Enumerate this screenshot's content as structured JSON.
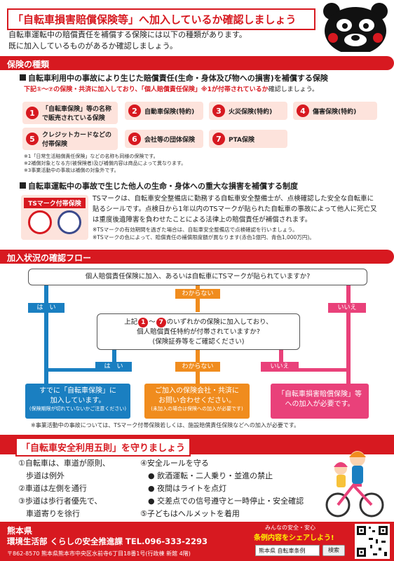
{
  "header": {
    "title": "「自転車損害賠償保険等」へ加入しているか確認しましょう",
    "intro_line1": "自転車運転中の賠償責任を補償する保険には以下の種類があります。",
    "intro_line2": "既に加入しているものがあるか確認しましょう。"
  },
  "section1": {
    "title": "保険の種類",
    "sub1": "自転車利用中の事故により生じた賠償責任(生命・身体及び物への損害)を補償する保険",
    "instr_red": "下記①～⑦の保険・共済に加入しており、「個人賠償責任保険」※1が付帯されているか",
    "instr_tail": "確認しましょう。",
    "items": [
      {
        "num": "1",
        "label": "「自転車保険」等の名称で販売されている保険"
      },
      {
        "num": "2",
        "label": "自動車保険(特約)"
      },
      {
        "num": "3",
        "label": "火災保険(特約)"
      },
      {
        "num": "4",
        "label": "傷害保険(特約)"
      },
      {
        "num": "5",
        "label": "クレジットカードなどの付帯保険"
      },
      {
        "num": "6",
        "label": "会社等の団体保険"
      },
      {
        "num": "7",
        "label": "PTA保険"
      }
    ],
    "notes": [
      "※1「日常生活賠償責任保険」などの名称も同様の保険です。",
      "※2補償対象となる方(被保険者)及び補償内容は商品によって異なります。",
      "※3事業活動中の事故は補償の対象外です。"
    ],
    "sub2": "自転車運転中の事故で生じた他人の生命・身体への重大な損害を補償する制度",
    "ts_label": "TSマーク付帯保険",
    "ts_text": "TSマークは、自転車安全整備店に勤務する自転車安全整備士が、点検確認した安全な自転車に貼るシールです。点検日から1年以内のTSマークが貼られた自転車の事故によって他人に死亡又は重度後遺障害を負わせたことによる法律上の賠償責任が補償されます。",
    "ts_notes": [
      "※TSマークの有効期間を過ぎた場合は、自転車安全整備店で点検確認を行いましょう。",
      "※TSマークの色によって、賠償責任の補償限度額が異なります(赤色1億円、青色1,000万円)。"
    ]
  },
  "section2": {
    "title": "加入状況の確認フロー",
    "q1": "個人賠償責任保険に加入、あるいは自転車にTSマークが貼られていますか?",
    "yes": "は　い",
    "unknown": "わからない",
    "no": "いいえ",
    "q2_line1_pre": "上記",
    "q2_line1_a": "1",
    "q2_line1_mid": "～",
    "q2_line1_b": "7",
    "q2_line1_post": "のいずれかの保険に加入しており、",
    "q2_line2": "個人賠償責任特約が付帯されていますか?",
    "q2_line3": "(保険証券等をご確認ください)",
    "res_yes_1": "すでに「自転車保険」に",
    "res_yes_2": "加入しています。",
    "res_yes_small": "(保険期限が切れていないかご注意ください)",
    "res_unk_1": "ご加入の保険会社・共済に",
    "res_unk_2": "お問い合わせください。",
    "res_unk_small": "(未加入の場合は保険への加入が必要です)",
    "res_no_1": "「自転車損害賠償保険」等",
    "res_no_2": "への加入が必要です。",
    "footnote": "※事業活動中の事故については、TSマーク付帯保険若しくは、施設賠償責任保険などへの加入が必要です。"
  },
  "section3": {
    "title": "「自転車安全利用五則」を守りましょう",
    "left": [
      "①自転車は、車道が原則、",
      "　歩道は例外",
      "②車道は左側を通行",
      "③歩道は歩行者優先で、",
      "　車道寄りを徐行"
    ],
    "right": [
      "④安全ルールを守る",
      "　● 飲酒運転・二人乗り・並進の禁止",
      "　● 夜間はライトを点灯",
      "　● 交差点での信号遵守と一時停止・安全確認",
      "⑤子どもはヘルメットを着用"
    ]
  },
  "footer": {
    "pref": "熊本県",
    "dept": "環境生活部 くらしの安全推進課 TEL.096-333-2293",
    "addr": "〒862-8570 熊本県熊本市中央区水前寺6丁目18番1号(行政棟 新館 4階)",
    "share1": "みんなの安全・安心",
    "share2": "条例内容をシェアしよう!",
    "search_text": "熊本県 自転車条例",
    "search_btn": "検索"
  },
  "colors": {
    "red": "#d71920",
    "pink_bg": "#fde3dc",
    "blue": "#1a7fc1",
    "orange": "#f08c1e",
    "magenta": "#e9417a"
  }
}
